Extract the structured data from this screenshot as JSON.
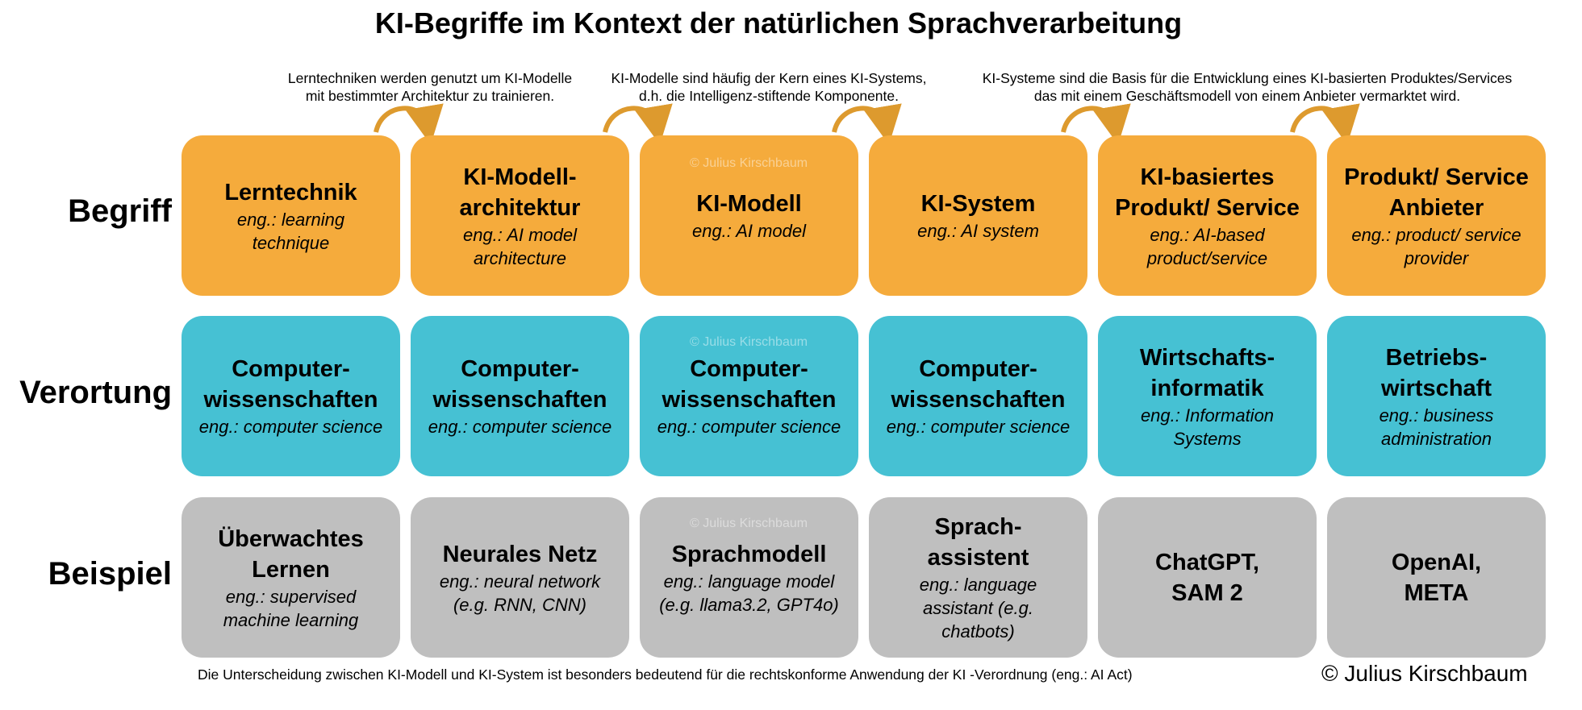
{
  "title": "KI-Begriffe im Kontext der natürlichen Sprachverarbeitung",
  "notes": [
    "Lerntechniken werden genutzt um KI-Modelle\nmit bestimmter Architektur zu trainieren.",
    "KI-Modelle sind häufig der Kern eines KI-Systems,\nd.h. die Intelligenz-stiftende Komponente.",
    "KI-Systeme sind die Basis für die Entwicklung eines KI-basierten Produktes/Services\ndas mit einem Geschäftsmodell von einem Anbieter vermarktet wird."
  ],
  "row_labels": {
    "begriff": "Begriff",
    "verortung": "Verortung",
    "beispiel": "Beispiel"
  },
  "begriff": [
    {
      "term": "Lerntechnik",
      "eng": "eng.: learning\ntechnique"
    },
    {
      "term": "KI-Modell-\narchitektur",
      "eng": "eng.: AI model\narchitecture"
    },
    {
      "term": "KI-Modell",
      "eng": "eng.: AI model"
    },
    {
      "term": "KI-System",
      "eng": "eng.: AI system"
    },
    {
      "term": "KI-basiertes\nProdukt/ Service",
      "eng": "eng.: AI-based\nproduct/service"
    },
    {
      "term": "Produkt/ Service\nAnbieter",
      "eng": "eng.: product/ service\nprovider"
    }
  ],
  "verortung": [
    {
      "term": "Computer-\nwissenschaften",
      "eng": "eng.: computer science"
    },
    {
      "term": "Computer-\nwissenschaften",
      "eng": "eng.: computer science"
    },
    {
      "term": "Computer-\nwissenschaften",
      "eng": "eng.: computer science"
    },
    {
      "term": "Computer-\nwissenschaften",
      "eng": "eng.: computer science"
    },
    {
      "term": "Wirtschafts-\ninformatik",
      "eng": "eng.: Information\nSystems"
    },
    {
      "term": "Betriebs-\nwirtschaft",
      "eng": "eng.: business\nadministration"
    }
  ],
  "beispiel": [
    {
      "term": "Überwachtes\nLernen",
      "eng": "eng.: supervised\nmachine learning"
    },
    {
      "term": "Neurales Netz",
      "eng": "eng.: neural network\n(e.g. RNN, CNN)"
    },
    {
      "term": "Sprachmodell",
      "eng": "eng.: language model\n(e.g. llama3.2, GPT4o)"
    },
    {
      "term": "Sprach-\nassistent",
      "eng": "eng.: language\nassistant (e.g.\nchatbots)"
    },
    {
      "term": "ChatGPT,\nSAM 2",
      "eng": ""
    },
    {
      "term": "OpenAI,\nMETA",
      "eng": ""
    }
  ],
  "watermark": "© Julius Kirschbaum",
  "footnote": "Die Unterscheidung zwischen KI-Modell und KI-System ist besonders bedeutend für die rechtskonforme Anwendung der KI -Verordnung (eng.: AI Act)",
  "copyright": "© Julius Kirschbaum",
  "colors": {
    "begriff": "#f5ab3c",
    "verortung": "#46c1d3",
    "beispiel": "#bfbfbf",
    "arrow": "#dd9a2e"
  }
}
